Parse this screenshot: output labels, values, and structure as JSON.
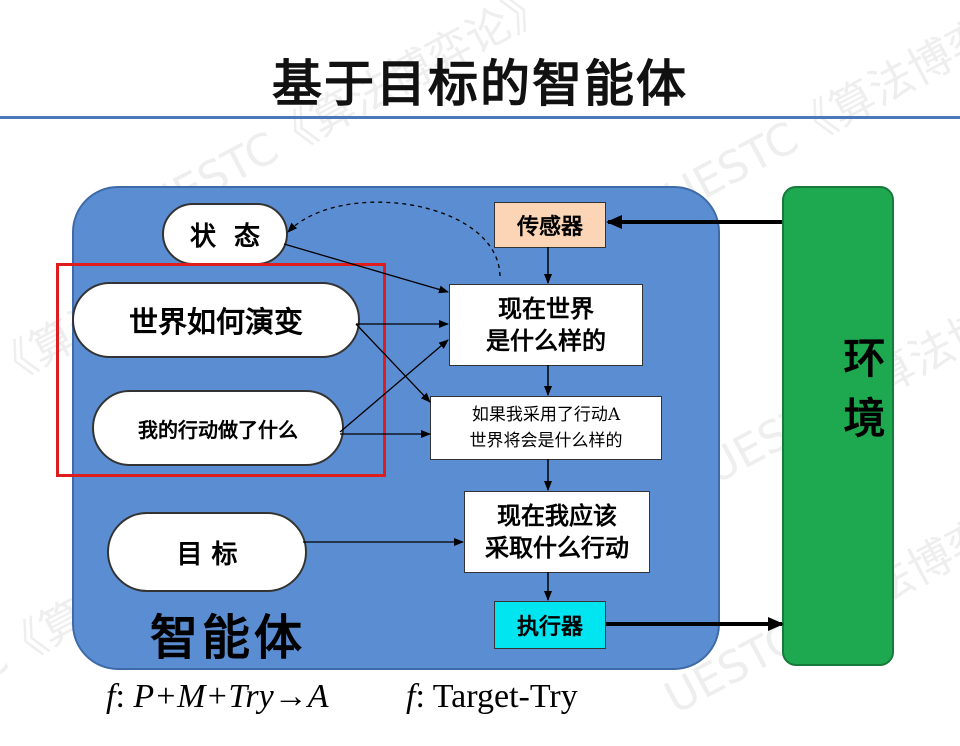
{
  "title": "基于目标的智能体",
  "watermark": "UESTC《算法博弈论》",
  "nodes": {
    "state": "状  态",
    "world_evolve": "世界如何演变",
    "my_actions": "我的行动做了什么",
    "goal": "目 标",
    "sensor": "传感器",
    "world_now": "现在世界\n是什么样的",
    "what_if": "如果我采用了行动A\n世界将会是什么样的",
    "decide": "现在我应该\n采取什么行动",
    "actuator": "执行器",
    "environment": "环境",
    "agent": "智能体"
  },
  "formulas": {
    "f1_name": "f",
    "f1_expr": "P+M+Try→A",
    "f2_name": "f",
    "f2_expr": ": Target-Try"
  },
  "colors": {
    "agent_panel": "#5b8dd2",
    "environment": "#1ea84f",
    "sensor": "#fbd5b5",
    "actuator": "#00e5f0",
    "highlight": "#e01d1d",
    "title_rule": "#4a78b8"
  }
}
